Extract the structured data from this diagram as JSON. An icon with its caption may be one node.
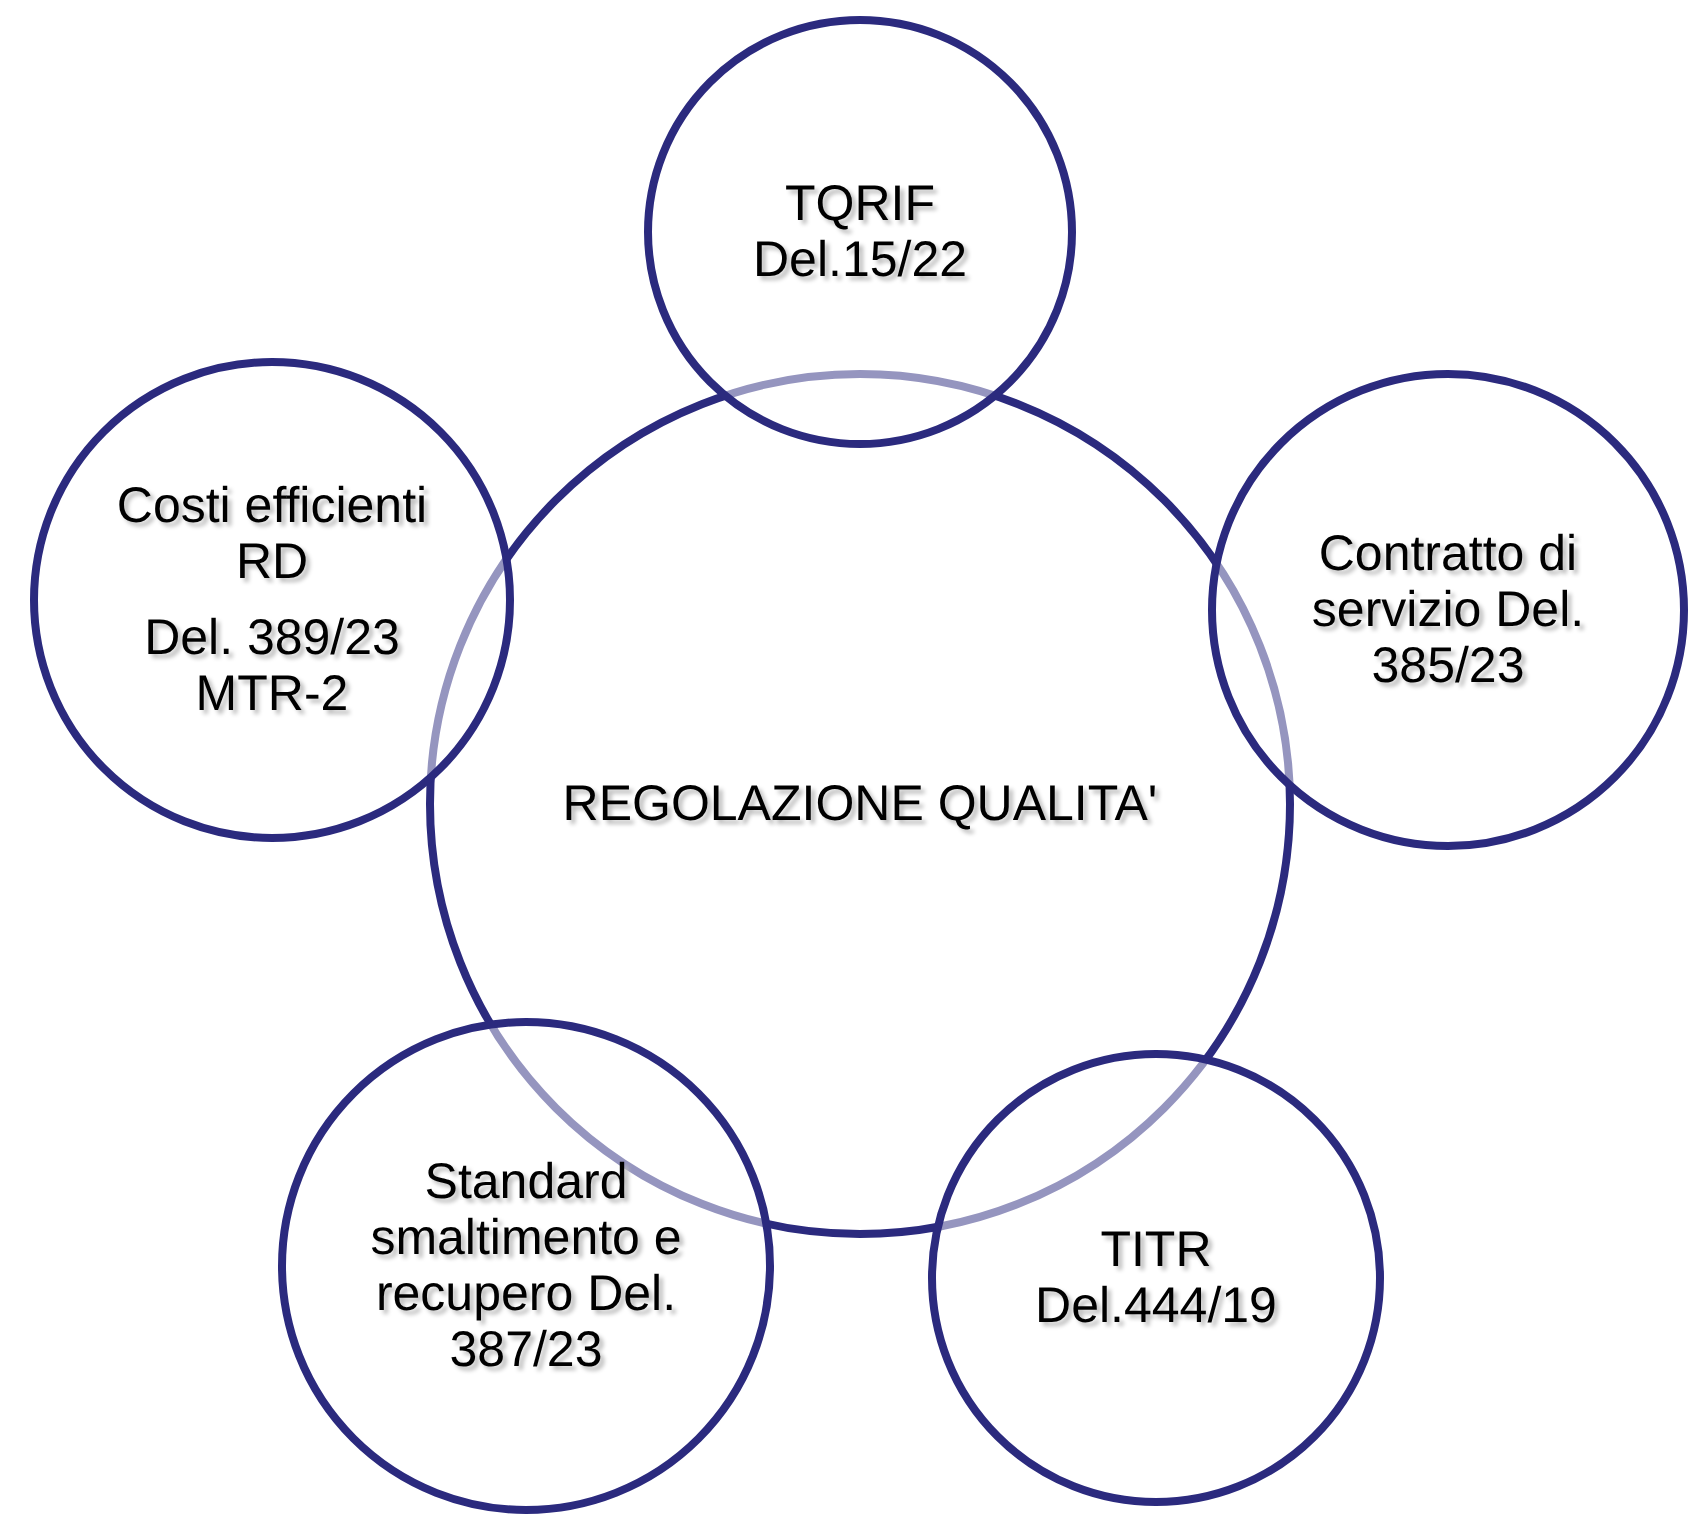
{
  "diagram": {
    "nodes": [
      {
        "text": [
          "TQRIF Del.15/22"
        ]
      },
      {
        "text": [
          "Costi efficienti RD",
          "Del. 389/23 MTR-2"
        ]
      },
      {
        "text": [
          "Contratto di servizio Del. 385/23"
        ]
      },
      {
        "text": [
          "REGOLAZIONE QUALITA'"
        ]
      },
      {
        "text": [
          "Standard smaltimento e recupero Del. 387/23"
        ]
      },
      {
        "text": [
          "TITR Del.444/19"
        ]
      }
    ]
  }
}
